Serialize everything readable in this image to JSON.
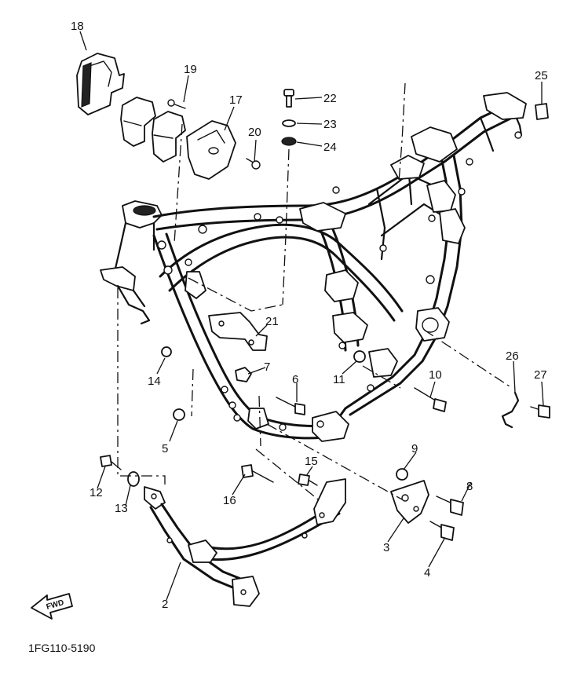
{
  "drawing_code": "1FG110-5190",
  "fwd_label": "FWD",
  "callouts": [
    {
      "id": "c18",
      "label": "18"
    },
    {
      "id": "c19",
      "label": "19"
    },
    {
      "id": "c17",
      "label": "17"
    },
    {
      "id": "c20",
      "label": "20"
    },
    {
      "id": "c22",
      "label": "22"
    },
    {
      "id": "c23",
      "label": "23"
    },
    {
      "id": "c24",
      "label": "24"
    },
    {
      "id": "c25",
      "label": "25"
    },
    {
      "id": "c21",
      "label": "21"
    },
    {
      "id": "c14",
      "label": "14"
    },
    {
      "id": "c7",
      "label": "7"
    },
    {
      "id": "c6",
      "label": "6"
    },
    {
      "id": "c11",
      "label": "11"
    },
    {
      "id": "c10",
      "label": "10"
    },
    {
      "id": "c26",
      "label": "26"
    },
    {
      "id": "c27",
      "label": "27"
    },
    {
      "id": "c5",
      "label": "5"
    },
    {
      "id": "c9",
      "label": "9"
    },
    {
      "id": "c15",
      "label": "15"
    },
    {
      "id": "c12",
      "label": "12"
    },
    {
      "id": "c16",
      "label": "16"
    },
    {
      "id": "c8",
      "label": "8"
    },
    {
      "id": "c13",
      "label": "13"
    },
    {
      "id": "c3",
      "label": "3"
    },
    {
      "id": "c4",
      "label": "4"
    },
    {
      "id": "c2",
      "label": "2"
    }
  ]
}
